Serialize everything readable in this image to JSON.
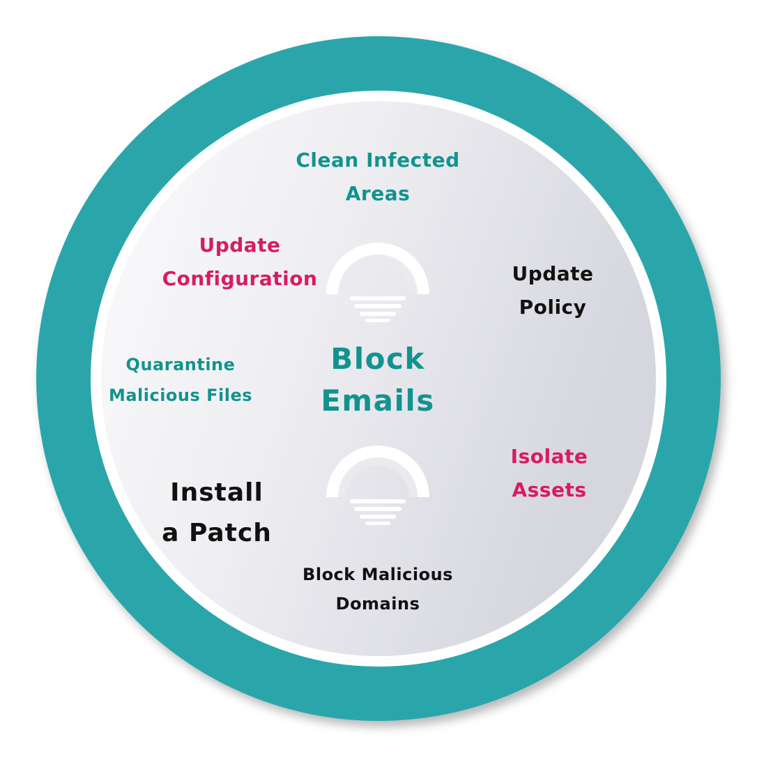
{
  "colors": {
    "ring": "#2ca6ab",
    "teal_text": "#11938f",
    "pink_text": "#d81b63",
    "black_text": "#111111",
    "disc_light": "#fbfbfc",
    "disc_dark": "#d5d6de"
  },
  "icons": {
    "top": "half-sun-horizon-icon",
    "bottom": "half-sun-horizon-icon"
  },
  "center": {
    "line1": "Block",
    "line2": "Emails"
  },
  "items": {
    "clean": {
      "line1": "Clean Infected",
      "line2": "Areas"
    },
    "config": {
      "line1": "Update",
      "line2": "Configuration"
    },
    "policy": {
      "line1": "Update",
      "line2": "Policy"
    },
    "quarantine": {
      "line1": "Quarantine",
      "line2": "Malicious Files"
    },
    "isolate": {
      "line1": "Isolate",
      "line2": "Assets"
    },
    "patch": {
      "line1": "Install",
      "line2": "a Patch"
    },
    "domains": {
      "line1": "Block Malicious",
      "line2": "Domains"
    }
  }
}
